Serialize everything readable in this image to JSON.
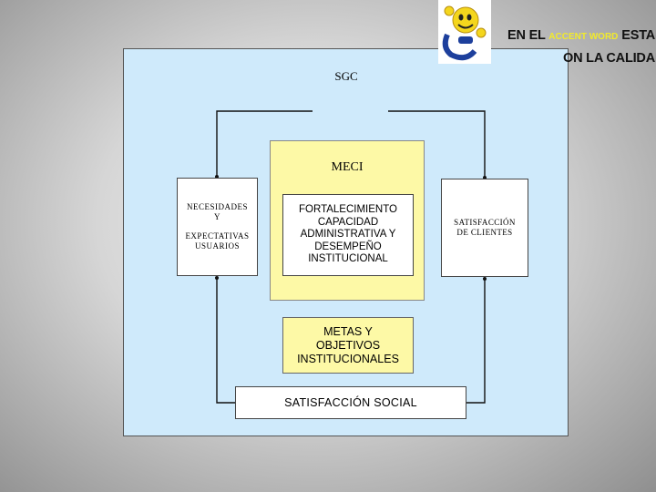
{
  "diagram": {
    "outer_label": "SGC",
    "inner_label": "MECI",
    "left_box_lines": [
      "NECESIDADES",
      "Y",
      "EXPECTATIVAS",
      "USUARIOS"
    ],
    "center_box_lines": [
      "FORTALECIMIENTO",
      "CAPACIDAD",
      "ADMINISTRATIVA Y",
      "DESEMPEÑO",
      "INSTITUCIONAL"
    ],
    "right_box_lines": [
      "SATISFACCIÓN",
      "DE CLIENTES"
    ],
    "metas_lines": [
      "METAS Y",
      "OBJETIVOS",
      "INSTITUCIONALES"
    ],
    "bottom_box": "SATISFACCIÓN SOCIAL"
  },
  "banner": {
    "line1_pre": "EN EL",
    "line1_accent": "ACCENT WORD",
    "line1_post": "ESTAMOS",
    "line2": "ON LA CALIDAD"
  },
  "colors": {
    "outer_fill": "#cfeafb",
    "inner_fill": "#fdf9a6",
    "box_fill": "#ffffff",
    "accent_text": "#f1ea2c"
  },
  "icons": {
    "logo": "smiley-mascot-logo"
  }
}
